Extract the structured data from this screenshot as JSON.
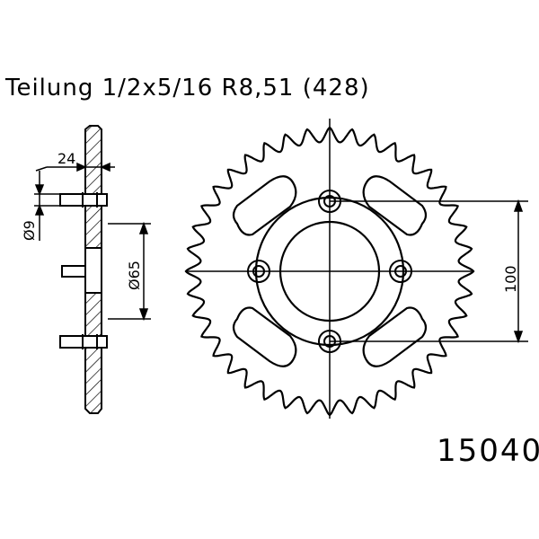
{
  "header": {
    "title": "Teilung 1/2x5/16 R8,51 (428)"
  },
  "dimensions": {
    "hub_offset": "24",
    "bolt_hole": "Ø9",
    "center_bore": "Ø65",
    "bolt_circle": "100"
  },
  "footer": {
    "part_number": "15040"
  },
  "sprocket": {
    "teeth": 40,
    "bolt_holes": 4
  },
  "colors": {
    "line": "#000000",
    "background": "#ffffff"
  }
}
